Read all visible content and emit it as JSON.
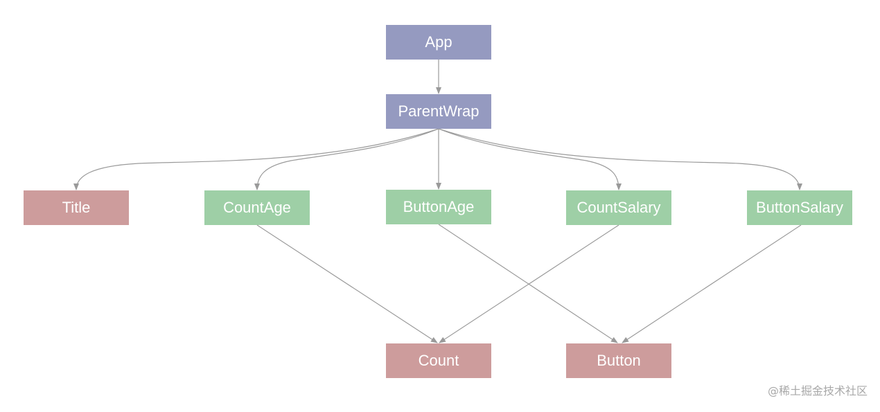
{
  "diagram": {
    "nodes": {
      "app": "App",
      "parentwrap": "ParentWrap",
      "title": "Title",
      "countage": "CountAge",
      "buttonage": "ButtonAge",
      "countsalary": "CountSalary",
      "buttonsalary": "ButtonSalary",
      "count": "Count",
      "button": "Button"
    },
    "edges": [
      {
        "from": "App",
        "to": "ParentWrap"
      },
      {
        "from": "ParentWrap",
        "to": "Title"
      },
      {
        "from": "ParentWrap",
        "to": "CountAge"
      },
      {
        "from": "ParentWrap",
        "to": "ButtonAge"
      },
      {
        "from": "ParentWrap",
        "to": "CountSalary"
      },
      {
        "from": "ParentWrap",
        "to": "ButtonSalary"
      },
      {
        "from": "CountAge",
        "to": "Count"
      },
      {
        "from": "CountSalary",
        "to": "Count"
      },
      {
        "from": "ButtonAge",
        "to": "Button"
      },
      {
        "from": "ButtonSalary",
        "to": "Button"
      }
    ],
    "colors": {
      "root": "#959ac0",
      "middle": "#9ecfa6",
      "leaf": "#cd9c9c",
      "edge": "#9a9a9a"
    }
  },
  "watermark": "@稀土掘金技术社区"
}
